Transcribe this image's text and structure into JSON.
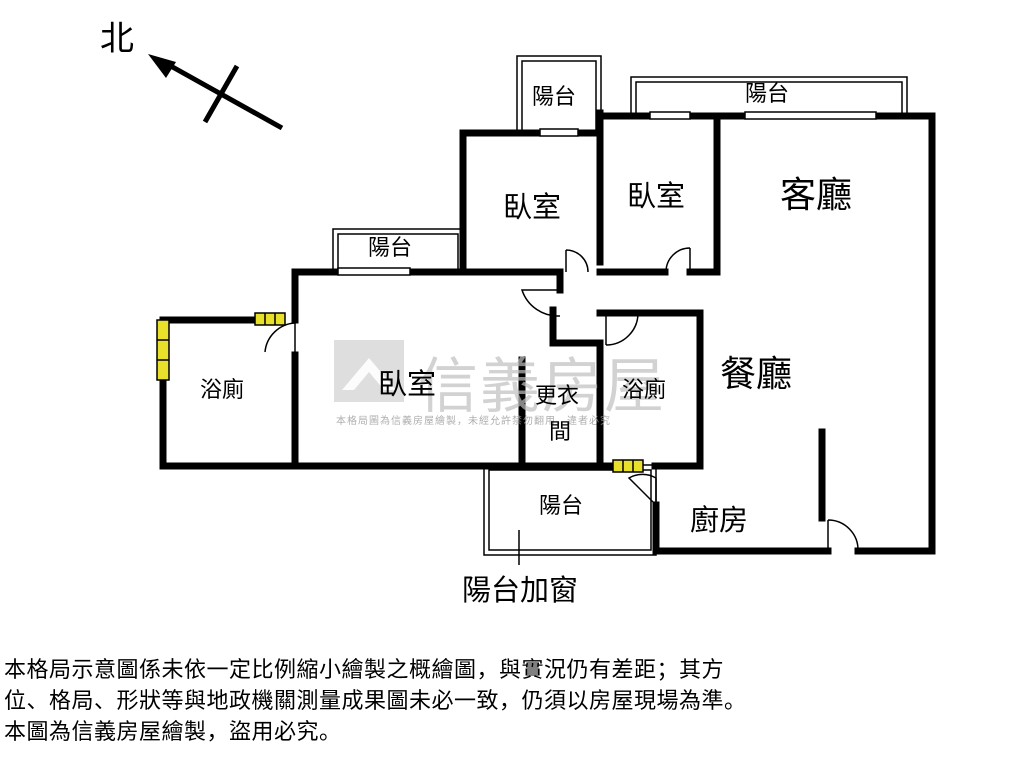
{
  "compass": {
    "label": "北"
  },
  "rooms": {
    "balcony_top_left": "陽台",
    "balcony_top_right": "陽台",
    "bedroom_north": "臥室",
    "bedroom_northeast": "臥室",
    "living_room": "客廳",
    "balcony_west": "陽台",
    "bathroom_west": "浴廁",
    "master_bedroom": "臥室",
    "walk_in_closet_1": "更衣",
    "walk_in_closet_2": "間",
    "bathroom_center": "浴廁",
    "dining_room": "餐廳",
    "balcony_south": "陽台",
    "kitchen": "廚房",
    "enclosed_balcony_note": "陽台加窗"
  },
  "watermark": {
    "brand": "信義房屋",
    "notice": "本格局圖為信義房屋繪製，未經允許禁勿翻用，違者必究"
  },
  "disclaimer": {
    "line1": "本格局示意圖係未依一定比例縮小繪製之概繪圖，與實況仍有差距；其方",
    "line2": "位、格局、形狀等與地政機關測量成果圖未必一致，仍須以房屋現場為準。",
    "line3": "本圖為信義房屋繪製，盜用必究。"
  },
  "colors": {
    "wall": "#000000",
    "window": "#e8e02a",
    "watermark": "#bfbfbf"
  }
}
